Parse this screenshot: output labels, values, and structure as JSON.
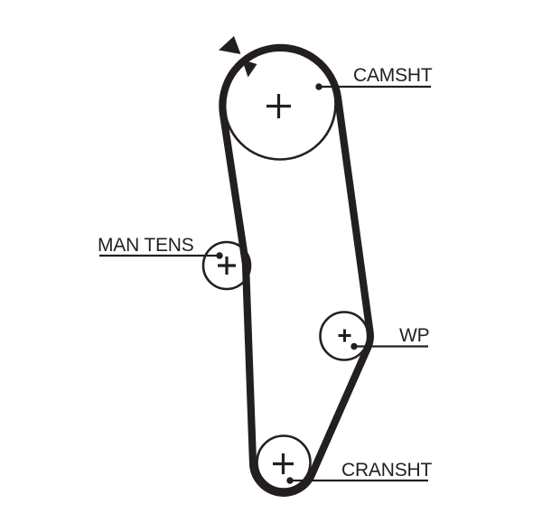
{
  "diagram": {
    "title": "timing-belt-routing-diagram",
    "colors": {
      "line": "#231f20",
      "background": "#ffffff"
    },
    "belt": {
      "name": "timing-belt",
      "direction_marker": "double-arrowhead"
    },
    "pulleys": [
      {
        "id": "camshaft",
        "label": "CAMSHT",
        "mark": "plus"
      },
      {
        "id": "manual-tensioner",
        "label": "MAN TENS",
        "mark": "plus"
      },
      {
        "id": "water-pump",
        "label": "WP",
        "mark": "plus"
      },
      {
        "id": "crankshaft",
        "label": "CRANSHT",
        "mark": "plus"
      }
    ]
  }
}
